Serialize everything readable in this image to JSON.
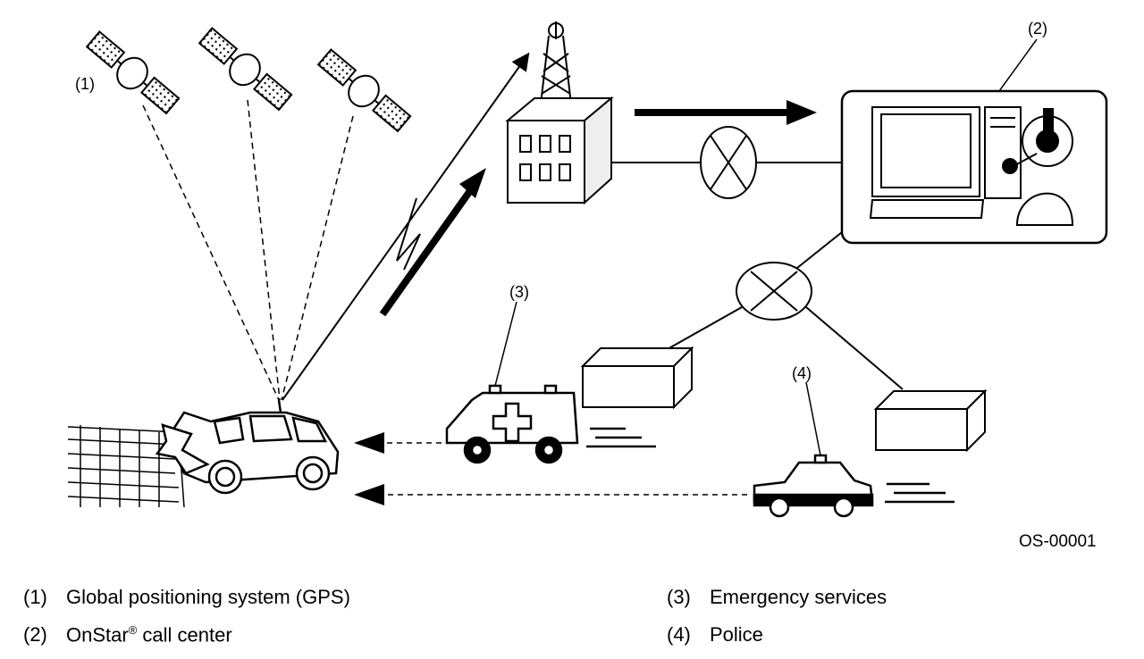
{
  "callouts": {
    "gps": "(1)",
    "call_center": "(2)",
    "emergency": "(3)",
    "police": "(4)"
  },
  "figure_code": "OS-00001",
  "legend": [
    {
      "num": "(1)",
      "label": "Global positioning system (GPS)",
      "sup": ""
    },
    {
      "num": "(2)",
      "label": "OnStar",
      "sup": "®",
      "label_after": " call center"
    },
    {
      "num": "(3)",
      "label": "Emergency services",
      "sup": ""
    },
    {
      "num": "(4)",
      "label": "Police",
      "sup": ""
    }
  ],
  "icons": [
    "satellite-icon",
    "cell-tower-icon",
    "building-icon",
    "exchange-node-icon",
    "computer-operator-icon",
    "ambulance-icon",
    "police-car-icon",
    "crashed-car-icon",
    "station-box-icon"
  ]
}
